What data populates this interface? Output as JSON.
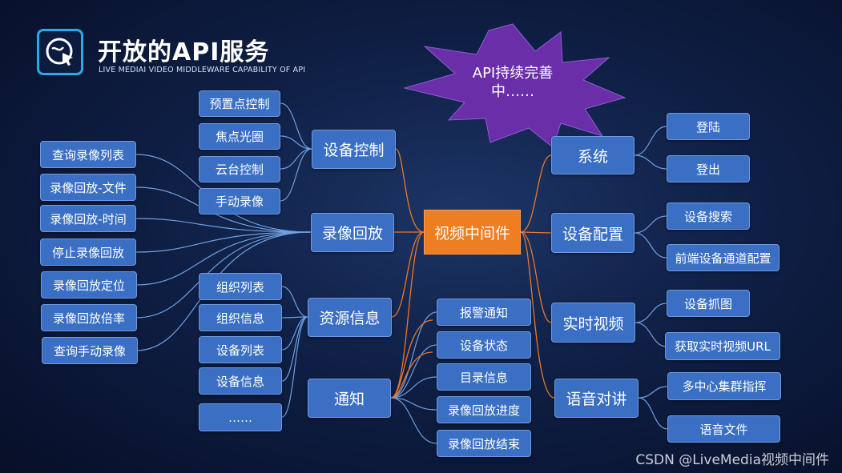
{
  "header": {
    "title": "开放的API服务",
    "subtitle": "LIVE MEDIAI VIDEO MIDDLEWARE CAPABILITY OF API"
  },
  "callout": {
    "text": "API持续完善中……",
    "line1": "API持续完善",
    "line2": "中……"
  },
  "center": {
    "label": "视频中间件"
  },
  "left": {
    "device_control": {
      "label": "设备控制",
      "children": [
        "预置点控制",
        "焦点光圈",
        "云台控制",
        "手动录像"
      ]
    },
    "playback": {
      "label": "录像回放",
      "children": [
        "查询录像列表",
        "录像回放-文件",
        "录像回放-时间",
        "停止录像回放",
        "录像回放定位",
        "录像回放倍率",
        "查询手动录像"
      ]
    },
    "resources": {
      "label": "资源信息",
      "children": [
        "组织列表",
        "组织信息",
        "设备列表",
        "设备信息",
        "……"
      ]
    },
    "notify": {
      "label": "通知",
      "children": [
        "报警通知",
        "设备状态",
        "目录信息",
        "录像回放进度",
        "录像回放结束"
      ]
    }
  },
  "right": {
    "system": {
      "label": "系统",
      "children": [
        "登陆",
        "登出"
      ]
    },
    "device_config": {
      "label": "设备配置",
      "children": [
        "设备搜索",
        "前端设备通道配置"
      ]
    },
    "live_video": {
      "label": "实时视频",
      "children": [
        "设备抓图",
        "获取实时视频URL"
      ]
    },
    "intercom": {
      "label": "语音对讲",
      "children": [
        "多中心集群指挥",
        "语音文件"
      ]
    }
  },
  "watermark": "CSDN @LiveMedia视频中间件",
  "colors": {
    "node_blue": "#3a6fc4",
    "center_orange": "#ef7d22",
    "burst_purple": "#6a2fa8",
    "link_blue": "#6f9fe0",
    "link_orange": "#e8782a"
  }
}
